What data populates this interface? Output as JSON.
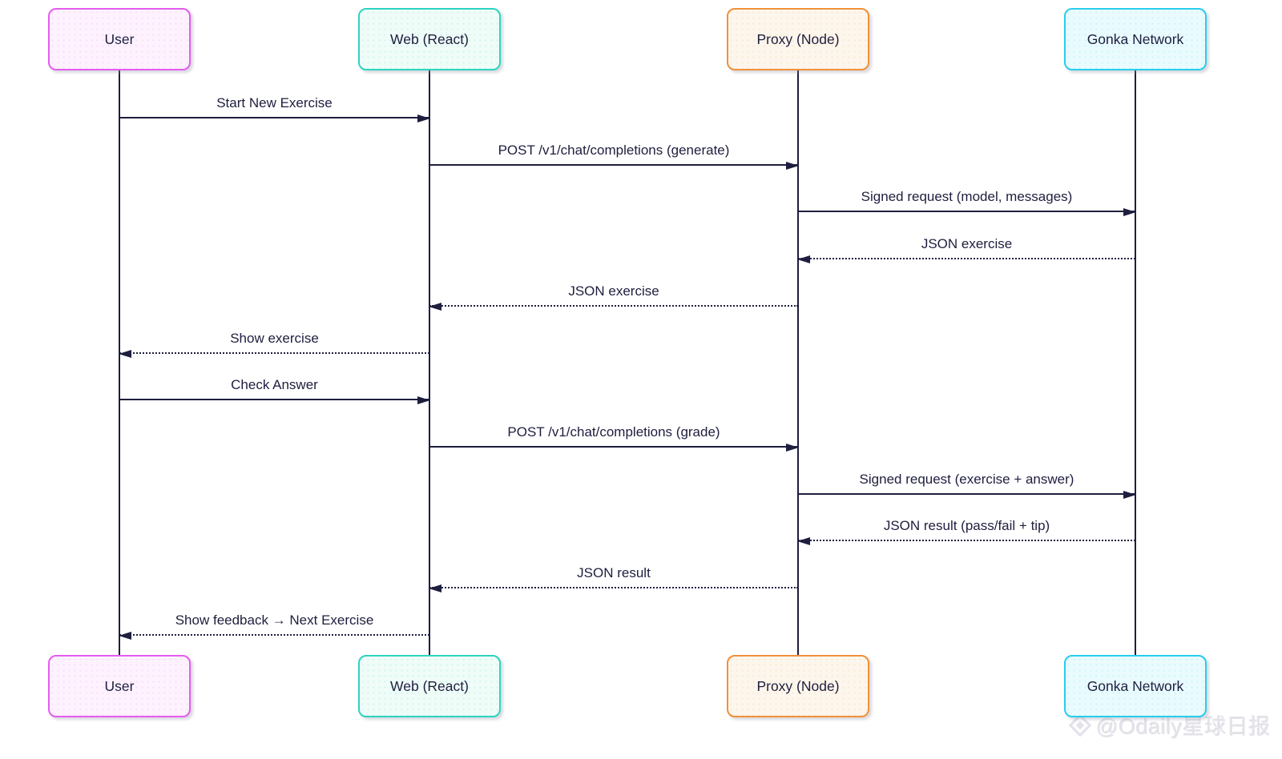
{
  "diagram": {
    "type": "sequence",
    "text_color": "#1e1e3f",
    "line_color": "#1e1e3f",
    "actors": [
      {
        "id": "user",
        "label": "User",
        "border_color": "#e55cef",
        "fill_color": "#fdf2fe"
      },
      {
        "id": "web",
        "label": "Web (React)",
        "border_color": "#2dd4bf",
        "fill_color": "#effcf8"
      },
      {
        "id": "proxy",
        "label": "Proxy (Node)",
        "border_color": "#f0913b",
        "fill_color": "#fdf6ec"
      },
      {
        "id": "gonka",
        "label": "Gonka Network",
        "border_color": "#29cdee",
        "fill_color": "#eafbfe"
      }
    ],
    "messages": [
      {
        "from": "user",
        "to": "web",
        "label": "Start New Exercise",
        "style": "solid"
      },
      {
        "from": "web",
        "to": "proxy",
        "label": "POST /v1/chat/completions (generate)",
        "style": "solid"
      },
      {
        "from": "proxy",
        "to": "gonka",
        "label": "Signed request (model, messages)",
        "style": "solid"
      },
      {
        "from": "gonka",
        "to": "proxy",
        "label": "JSON exercise",
        "style": "dotted"
      },
      {
        "from": "proxy",
        "to": "web",
        "label": "JSON exercise",
        "style": "dotted"
      },
      {
        "from": "web",
        "to": "user",
        "label": "Show exercise",
        "style": "dotted"
      },
      {
        "from": "user",
        "to": "web",
        "label": "Check Answer",
        "style": "solid"
      },
      {
        "from": "web",
        "to": "proxy",
        "label": "POST /v1/chat/completions (grade)",
        "style": "solid"
      },
      {
        "from": "proxy",
        "to": "gonka",
        "label": "Signed request (exercise + answer)",
        "style": "solid"
      },
      {
        "from": "gonka",
        "to": "proxy",
        "label": "JSON result (pass/fail + tip)",
        "style": "dotted"
      },
      {
        "from": "proxy",
        "to": "web",
        "label": "JSON result",
        "style": "dotted"
      },
      {
        "from": "web",
        "to": "user",
        "label": "Show feedback → Next Exercise",
        "style": "dotted"
      }
    ],
    "watermark": {
      "text": "@Odaily星球日报"
    }
  }
}
